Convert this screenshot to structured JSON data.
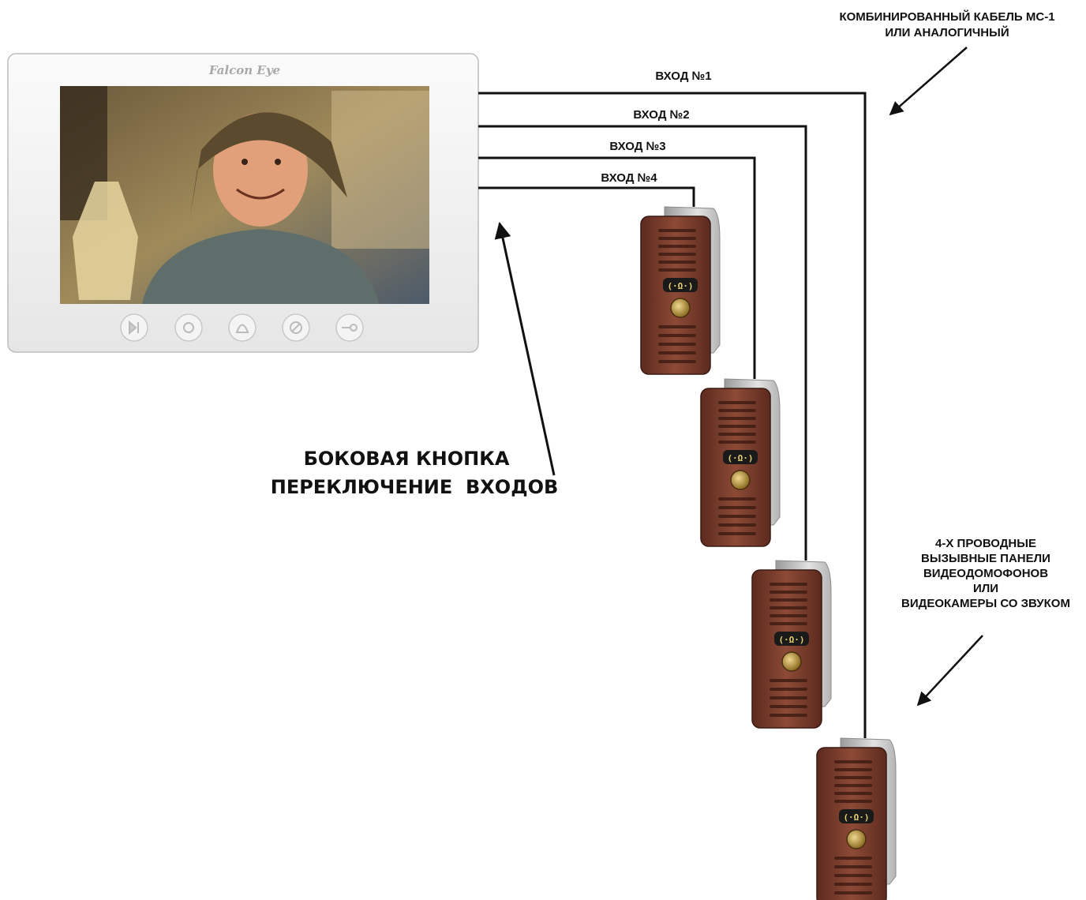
{
  "monitor": {
    "brand": "Falcon Eye",
    "buttons": [
      "play-pause-icon",
      "record-icon",
      "handset-icon",
      "settings-icon",
      "unlock-key-icon"
    ]
  },
  "inputs": [
    {
      "label": "ВХОД №1"
    },
    {
      "label": "ВХОД №2"
    },
    {
      "label": "ВХОД №3"
    },
    {
      "label": "ВХОД №4"
    }
  ],
  "callouts": {
    "cable": [
      "КОМБИНИРОВАННЫЙ КАБЕЛЬ МС-1",
      "ИЛИ АНАЛОГИЧНЫЙ"
    ],
    "side_button": [
      "БОКОВАЯ КНОПКА",
      "ПЕРЕКЛЮЧЕНИЕ  ВХОДОВ"
    ],
    "panels": [
      "4-Х ПРОВОДНЫЕ",
      "ВЫЗЫВНЫЕ ПАНЕЛИ",
      "ВИДЕОДОМОФОНОВ",
      "ИЛИ",
      "ВИДЕОКАМЕРЫ СО ЗВУКОМ"
    ]
  },
  "call_panels": [
    {
      "icon": "call-panel",
      "led_text": "(·Ω·)"
    },
    {
      "icon": "call-panel",
      "led_text": "(·Ω·)"
    },
    {
      "icon": "call-panel",
      "led_text": "(·Ω·)"
    },
    {
      "icon": "call-panel",
      "led_text": "(·Ω·)"
    }
  ],
  "colors": {
    "wire": "#111111",
    "panel_body": "#7a3a2a",
    "panel_shell": "#cfcfcf",
    "monitor_frame": "#f4f4f4"
  }
}
